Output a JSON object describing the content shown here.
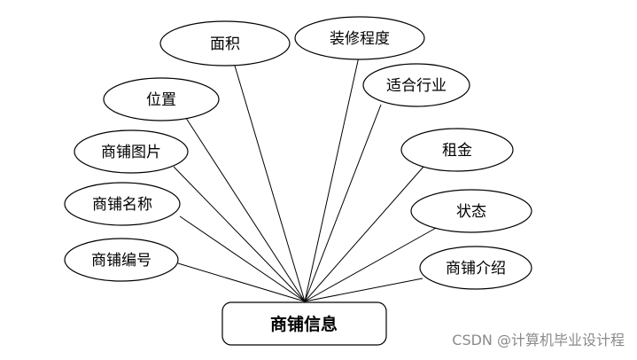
{
  "entity": {
    "label": "商铺信息"
  },
  "attributes": [
    {
      "id": "area",
      "label": "面积"
    },
    {
      "id": "decoration",
      "label": "装修程度"
    },
    {
      "id": "location",
      "label": "位置"
    },
    {
      "id": "industry",
      "label": "适合行业"
    },
    {
      "id": "shop-image",
      "label": "商铺图片"
    },
    {
      "id": "rent",
      "label": "租金"
    },
    {
      "id": "shop-name",
      "label": "商铺名称"
    },
    {
      "id": "status",
      "label": "状态"
    },
    {
      "id": "shop-number",
      "label": "商铺编号"
    },
    {
      "id": "shop-intro",
      "label": "商铺介绍"
    }
  ],
  "watermark": "CSDN @计算机毕业设计程"
}
